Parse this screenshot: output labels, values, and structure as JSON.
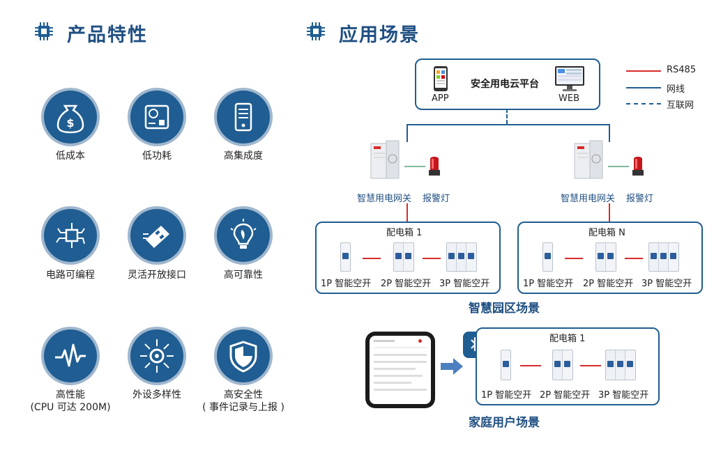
{
  "left_panel": {
    "title": "产品特性",
    "features": [
      {
        "label": "低成本",
        "icon": "money-bag-icon"
      },
      {
        "label": "低功耗",
        "icon": "circuit-board-icon"
      },
      {
        "label": "高集成度",
        "icon": "server-icon"
      },
      {
        "label": "电路可编程",
        "icon": "chip-circuit-icon"
      },
      {
        "label": "灵活开放接口",
        "icon": "connector-icon"
      },
      {
        "label": "高可靠性",
        "icon": "bulb-icon"
      },
      {
        "label": "高性能",
        "sub": "(CPU 可达 200M)",
        "icon": "pulse-icon"
      },
      {
        "label": "外设多样性",
        "icon": "gear-network-icon"
      },
      {
        "label": "高安全性",
        "sub": "( 事件记录与上报 )",
        "icon": "shield-icon"
      }
    ]
  },
  "right_panel": {
    "title": "应用场景",
    "platform": {
      "name": "安全用电云平台",
      "app_label": "APP",
      "web_label": "WEB"
    },
    "legend": [
      {
        "label": "RS485",
        "style": "solid",
        "color": "#d82a2a"
      },
      {
        "label": "网线",
        "style": "solid",
        "color": "#1f5d92"
      },
      {
        "label": "互联网",
        "style": "dashed",
        "color": "#1f5d92"
      }
    ],
    "gateways": [
      {
        "gateway_label": "智慧用电网关",
        "alarm_label": "报警灯"
      },
      {
        "gateway_label": "智慧用电网关",
        "alarm_label": "报警灯"
      }
    ],
    "park_boxes": [
      {
        "name": "配电箱 1",
        "breakers": [
          "1P 智能空开",
          "2P 智能空开",
          "3P 智能空开"
        ]
      },
      {
        "name": "配电箱 N",
        "breakers": [
          "1P 智能空开",
          "2P 智能空开",
          "3P 智能空开"
        ]
      }
    ],
    "park_scene_title": "智慧园区场景",
    "home_box": {
      "name": "配电箱 1",
      "breakers": [
        "1P 智能空开",
        "2P 智能空开",
        "3P 智能空开"
      ]
    },
    "home_scene_title": "家庭用户场景",
    "colors": {
      "primary": "#1f5d92",
      "rs485": "#d82a2a",
      "accent": "#2c5d9c"
    }
  }
}
